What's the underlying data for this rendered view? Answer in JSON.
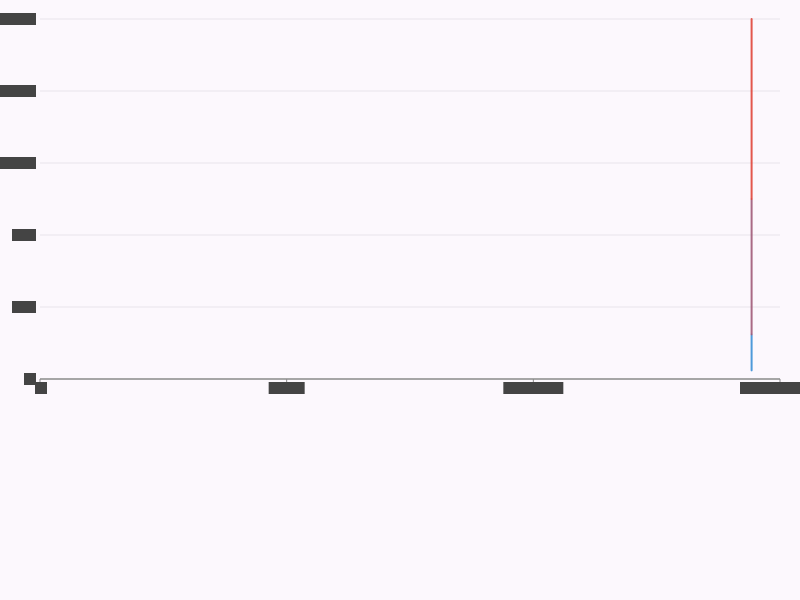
{
  "chart_data": {
    "type": "line",
    "title": "",
    "xlabel": "",
    "ylabel": "",
    "grid": true,
    "tick_labels_redacted": true,
    "xlim": [
      0,
      300000
    ],
    "ylim": [
      0,
      25000
    ],
    "x_ticks": [
      0,
      100000,
      200000,
      300000
    ],
    "y_ticks": [
      0,
      5000,
      10000,
      15000,
      20000,
      25000
    ],
    "x_tick_labels": [
      "",
      "",
      "",
      ""
    ],
    "y_tick_labels": [
      "",
      "",
      "",
      "",
      "",
      ""
    ],
    "series": [
      {
        "color": "#3b8fd6",
        "x": [
          288500,
          288500
        ],
        "y": [
          600,
          3100
        ]
      },
      {
        "color": "#a05a78",
        "x": [
          288500,
          288500
        ],
        "y": [
          3100,
          12500
        ]
      },
      {
        "color": "#e0453a",
        "x": [
          288500,
          288500
        ],
        "y": [
          12500,
          25000
        ]
      }
    ]
  }
}
